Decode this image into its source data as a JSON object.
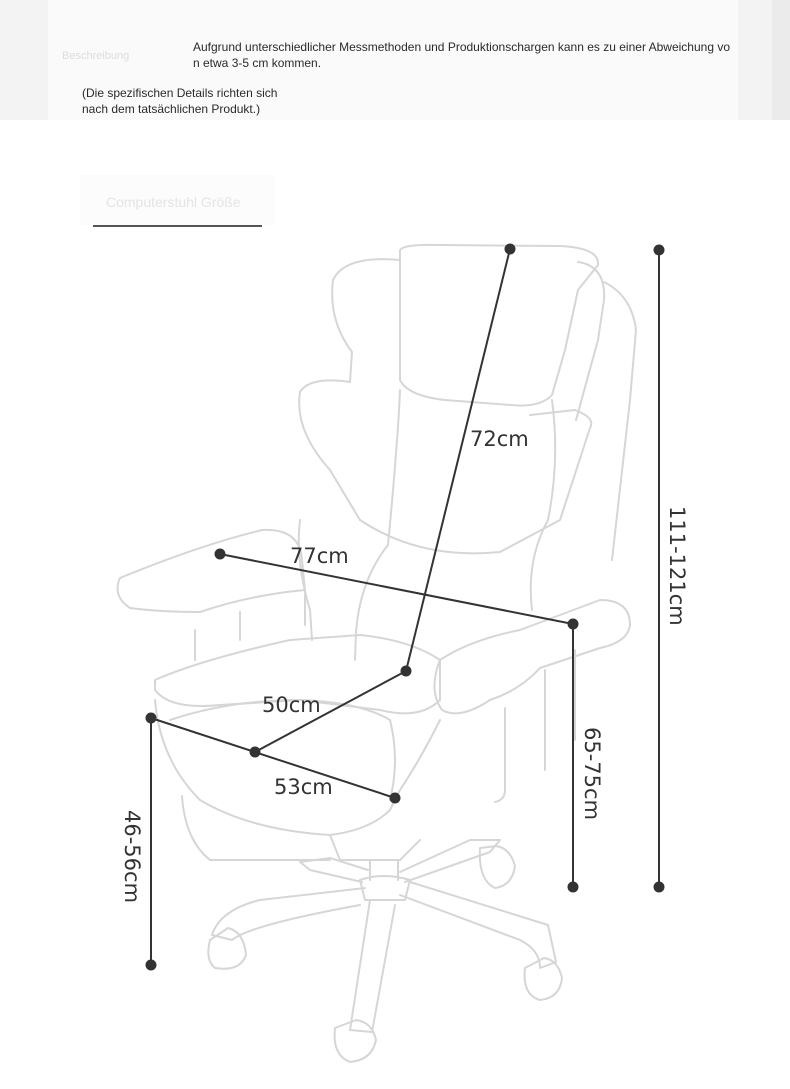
{
  "header": {
    "faint_label": "Beschreibung",
    "note_line1": "Aufgrund unterschiedlicher Messmethoden und Produktionschargen kann es zu einer Abweichung von etwa 3-5 cm kommen.",
    "note_line2": "(Die spezifischen Details richten sich nach dem tatsächlichen Produkt.)"
  },
  "section": {
    "title": "Computerstuhl Größe"
  },
  "dimensions": {
    "backrest_height": "72cm",
    "total_width": "77cm",
    "seat_depth": "50cm",
    "seat_width": "53cm",
    "total_height": "111-121cm",
    "armrest_height": "65-75cm",
    "seat_height": "46-56cm"
  },
  "colors": {
    "outline": "#d8d8d8",
    "dimension_line": "#333333",
    "label": "#333333"
  }
}
